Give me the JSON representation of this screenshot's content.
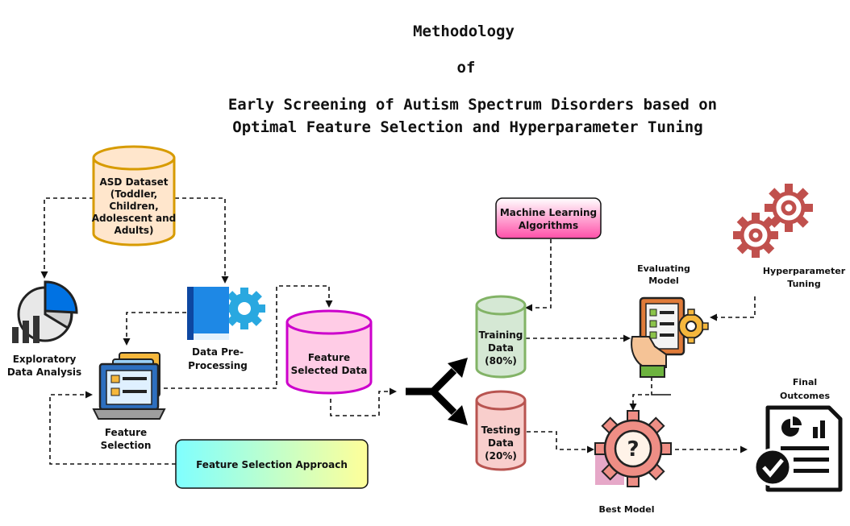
{
  "title": {
    "line1": "Methodology",
    "line2": "of",
    "line3": "Early Screening of Autism Spectrum Disorders based on",
    "line4": "Optimal Feature Selection and Hyperparameter Tuning"
  },
  "nodes": {
    "asd_dataset": [
      "ASD Dataset",
      "(Toddler,",
      "Children,",
      "Adolescent and",
      "Adults)"
    ],
    "eda": [
      "Exploratory",
      "Data Analysis"
    ],
    "preprocessing": [
      "Data Pre-",
      "Processing"
    ],
    "feature_selection": [
      "Feature",
      "Selection"
    ],
    "feature_selected_data": [
      "Feature",
      "Selected Data"
    ],
    "feature_selection_approach": "Feature Selection Approach",
    "ml_algorithms": [
      "Machine Learning",
      "Algorithms"
    ],
    "training_data": [
      "Training",
      "Data",
      "(80%)"
    ],
    "testing_data": [
      "Testing",
      "Data",
      "(20%)"
    ],
    "evaluating_model": [
      "Evaluating",
      "Model"
    ],
    "hyperparameter_tuning": [
      "Hyperparameter",
      "Tuning"
    ],
    "best_model": "Best Model",
    "final_outcomes": [
      "Final",
      "Outcomes"
    ]
  },
  "colors": {
    "dataset_fill": "#FFE6CC",
    "dataset_stroke": "#D79B00",
    "fsd_fill": "#FFCCE6",
    "fsd_stroke": "#CC00CC",
    "train_fill": "#D5E8D4",
    "train_stroke": "#82B366",
    "test_fill": "#F8CECC",
    "test_stroke": "#B85450",
    "ml_fill": "#FF69B4",
    "gear_red": "#C0504D",
    "pie_blue": "#0072E3"
  },
  "icons": [
    "pie-chart-icon",
    "book-gear-icon",
    "laptop-checklist-icon",
    "checklist-hand-gear-icon",
    "gears-icon",
    "question-gear-icon",
    "report-check-icon"
  ]
}
